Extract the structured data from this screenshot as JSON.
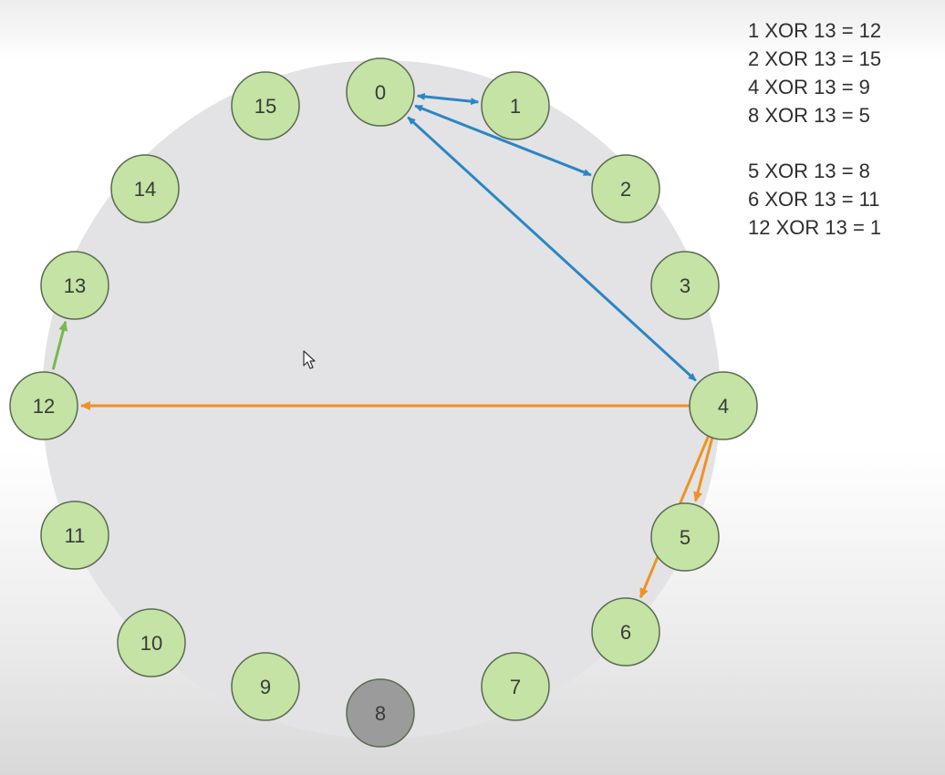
{
  "nodes": [
    {
      "label": "0",
      "state": "normal"
    },
    {
      "label": "1",
      "state": "normal"
    },
    {
      "label": "2",
      "state": "normal"
    },
    {
      "label": "3",
      "state": "normal"
    },
    {
      "label": "4",
      "state": "normal"
    },
    {
      "label": "5",
      "state": "normal"
    },
    {
      "label": "6",
      "state": "normal"
    },
    {
      "label": "7",
      "state": "normal"
    },
    {
      "label": "8",
      "state": "failed"
    },
    {
      "label": "9",
      "state": "normal"
    },
    {
      "label": "10",
      "state": "normal"
    },
    {
      "label": "11",
      "state": "normal"
    },
    {
      "label": "12",
      "state": "normal"
    },
    {
      "label": "13",
      "state": "normal"
    },
    {
      "label": "14",
      "state": "normal"
    },
    {
      "label": "15",
      "state": "normal"
    }
  ],
  "edges": [
    {
      "from": "0",
      "to": "1",
      "color": "blue",
      "bidirectional": true
    },
    {
      "from": "0",
      "to": "2",
      "color": "blue",
      "bidirectional": true
    },
    {
      "from": "0",
      "to": "4",
      "color": "blue",
      "bidirectional": true
    },
    {
      "from": "4",
      "to": "12",
      "color": "orange",
      "bidirectional": false
    },
    {
      "from": "4",
      "to": "5",
      "color": "orange",
      "bidirectional": false
    },
    {
      "from": "4",
      "to": "6",
      "color": "orange",
      "bidirectional": false
    },
    {
      "from": "12",
      "to": "13",
      "color": "green",
      "bidirectional": false
    }
  ],
  "colors": {
    "ring": "#e3e3e5",
    "node_fill": "#c4e3a4",
    "node_stroke": "#5a6b52",
    "failed_fill": "#9b9b9b",
    "blue": "#2b86c3",
    "orange": "#ef9222",
    "green": "#79b84f"
  },
  "equations": {
    "group1": [
      "1 XOR 13 = 12",
      "2 XOR 13 = 15",
      "4 XOR 13 = 9",
      "8 XOR 13 = 5"
    ],
    "group2": [
      "5 XOR 13 = 8",
      "6 XOR 13 = 11",
      "12 XOR 13 = 1"
    ]
  },
  "cursor": {
    "icon": "mouse-pointer-icon"
  }
}
